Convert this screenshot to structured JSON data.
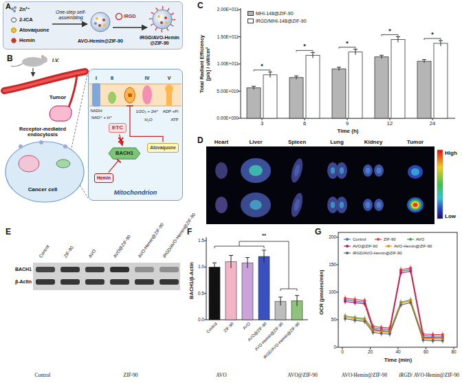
{
  "diagram": {
    "nodes": [
      {
        "text": [
          "A"
        ]
      },
      {
        "text": [
          "Mitochondrion"
        ]
      },
      {
        "text": [
          "ETC"
        ],
        "in": 1
      },
      {
        "text": [
          "BACH1"
        ],
        "in": 1
      },
      {
        "text": [
          "Atovaquone"
        ],
        "in": 1
      },
      {
        "text": [
          "Hemin"
        ],
        "in": 1
      },
      {
        "text": [
          "III"
        ],
        "in": 1
      }
    ],
    "edges": [
      {
        "from": 2,
        "to": 3,
        "arrow": "to"
      },
      {
        "from": 5,
        "to": 3,
        "arrow": "to"
      },
      {
        "from": 4,
        "to": 6,
        "arrow": "to"
      }
    ],
    "labels": [
      "Zn²⁺",
      "2-ICA",
      "Atovaquone",
      "Hemin",
      "One-step self-assembling",
      "AVO-Hemin@ZIF-90",
      "iRGD",
      "iRGD/AVO-Hemin @ZIF-90",
      "B",
      "I.V.",
      "Tumor",
      "Receptor-mediated endocytosis",
      "Cancer cell",
      "I",
      "II",
      "IV",
      "V",
      "NADH",
      "NAD⁺ + H⁺",
      "1/2O₂ + 2H⁺",
      "H₂O",
      "ADP +Pi",
      "ATP",
      "C",
      "2.00E+011",
      "1.50E+011",
      "1.00E+011",
      "5.00E+010",
      "0.00E+000",
      "Total Radiant Efficiency",
      "[p/s] / uW/cm²",
      "3",
      "6",
      "9",
      "12",
      "24",
      "Time (h)",
      "*",
      "*",
      "*",
      "*",
      "*",
      "D",
      "Heart",
      "Liver",
      "Spleen",
      "Lung",
      "Kidney",
      "Tumor",
      "High",
      "Low",
      "E",
      "Control",
      "ZIF-90",
      "AVO",
      "AVO@ZIF-90",
      "AVO-Hemin@ZIF-90",
      "iRGD/AVO-Hemin@ZIF-90",
      "BACH1",
      "β-Actin",
      "F",
      "BACH1/β-Actin",
      "0.0",
      "0.5",
      "1.0",
      "1.5",
      "Control",
      "ZIF-90",
      "AVO",
      "AVO@ZIF-90",
      "AVO-Hemin@ZIF-90",
      "iRGD/AVO-Hemin@ZIF-90",
      "**",
      "G",
      "OCR (pmoles/min)",
      "0",
      "50",
      "100",
      "150",
      "200",
      "0",
      "20",
      "40",
      "60",
      "80",
      "Time (min)",
      "Control",
      "ZIF-90",
      "AVO",
      "AVO@ZIF-90",
      "AVO-Hemin@ZIF-90",
      "iRGD/ AVO-Hemin@ZIF-90"
    ],
    "legend": [
      {
        "text": "MHI-148@ZIF-90",
        "color": "#b5b5b5"
      },
      {
        "text": "iRGD/MHI-148@ZIF-90",
        "color": "#ffffff"
      },
      {
        "text": "Control"
      },
      {
        "text": "ZIF-90"
      },
      {
        "text": "AVO"
      },
      {
        "text": "AVO@ZIF-90"
      },
      {
        "text": "AVO-Hemin@ZIF-90"
      },
      {
        "text": "iRGD/AVO-Hemin@ZIF-90"
      }
    ]
  }
}
